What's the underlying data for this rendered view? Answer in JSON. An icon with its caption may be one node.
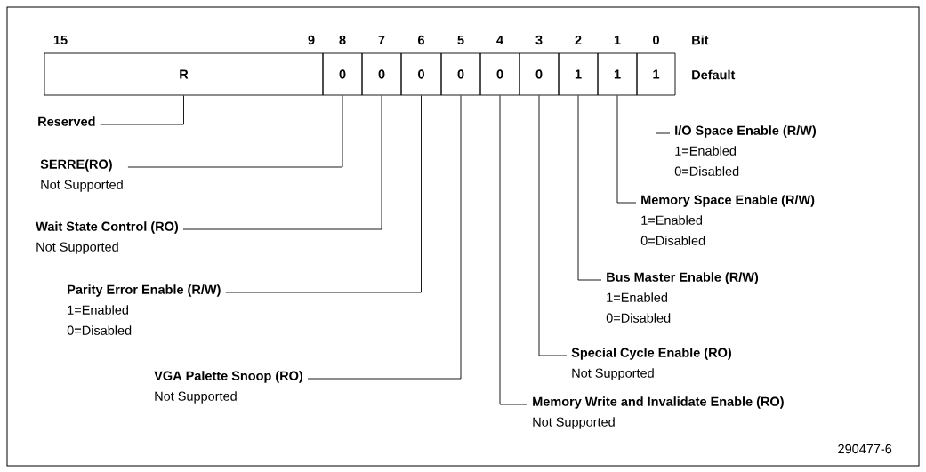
{
  "diagram": {
    "nodes": [
      {
        "text": [
          "R"
        ]
      },
      {
        "text": [
          "0"
        ]
      },
      {
        "text": [
          "0"
        ]
      },
      {
        "text": [
          "0"
        ]
      },
      {
        "text": [
          "0"
        ]
      },
      {
        "text": [
          "0"
        ]
      },
      {
        "text": [
          "0"
        ]
      },
      {
        "text": [
          "1"
        ]
      },
      {
        "text": [
          "1"
        ]
      },
      {
        "text": [
          "1"
        ]
      },
      {
        "text": [
          "Reserved"
        ]
      },
      {
        "text": [
          "SERRE(RO)",
          "Not Supported"
        ]
      },
      {
        "text": [
          "Wait State Control (RO)",
          "Not Supported"
        ]
      },
      {
        "text": [
          "Parity Error Enable (R/W)",
          "1=Enabled",
          "0=Disabled"
        ]
      },
      {
        "text": [
          "VGA Palette Snoop (RO)",
          "Not Supported"
        ]
      },
      {
        "text": [
          "Memory Write and Invalidate Enable (RO)",
          "Not Supported"
        ]
      },
      {
        "text": [
          "Special Cycle Enable (RO)",
          "Not Supported"
        ]
      },
      {
        "text": [
          "Bus Master Enable (R/W)",
          "1=Enabled",
          "0=Disabled"
        ]
      },
      {
        "text": [
          "Memory Space Enable (R/W)",
          "1=Enabled",
          "0=Disabled"
        ]
      },
      {
        "text": [
          "I/O Space Enable (R/W)",
          "1=Enabled",
          "0=Disabled"
        ]
      }
    ],
    "edges": [
      {
        "from": 10,
        "to": 0,
        "arrow": "none"
      },
      {
        "from": 11,
        "to": 1,
        "arrow": "none"
      },
      {
        "from": 12,
        "to": 2,
        "arrow": "none"
      },
      {
        "from": 13,
        "to": 3,
        "arrow": "none"
      },
      {
        "from": 14,
        "to": 4,
        "arrow": "none"
      },
      {
        "from": 15,
        "to": 5,
        "arrow": "none"
      },
      {
        "from": 16,
        "to": 6,
        "arrow": "none"
      },
      {
        "from": 17,
        "to": 7,
        "arrow": "none"
      },
      {
        "from": 18,
        "to": 8,
        "arrow": "none"
      },
      {
        "from": 19,
        "to": 9,
        "arrow": "none"
      }
    ],
    "labels": [
      "15",
      "9",
      "8",
      "7",
      "6",
      "5",
      "4",
      "3",
      "2",
      "1",
      "0",
      "Bit",
      "Default",
      "290477-6"
    ]
  }
}
